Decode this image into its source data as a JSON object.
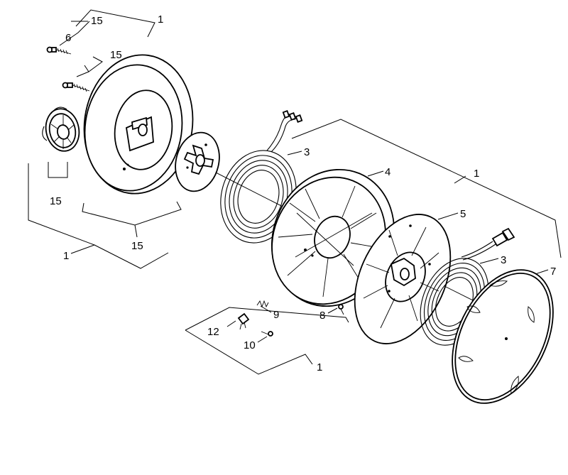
{
  "labels": {
    "housing_group_bracket": "1",
    "screw_bracket_top": "15",
    "screw_label": "6",
    "screw_bracket_mid": "15",
    "hub_cap_bracket": "15",
    "housing_group_bottom": "1",
    "hub_bracket_bottom": "15",
    "hose_coil_left": "3",
    "drum_front": "4",
    "drum_group_bracket": "1",
    "drum_rear": "5",
    "hose_coil_right": "3",
    "cover": "7",
    "spring_clip": "9",
    "small_screw": "8",
    "clamp": "12",
    "clamp_screw": "10",
    "small_parts_group": "1"
  },
  "colors": {
    "line": "#000000",
    "background": "#ffffff"
  }
}
